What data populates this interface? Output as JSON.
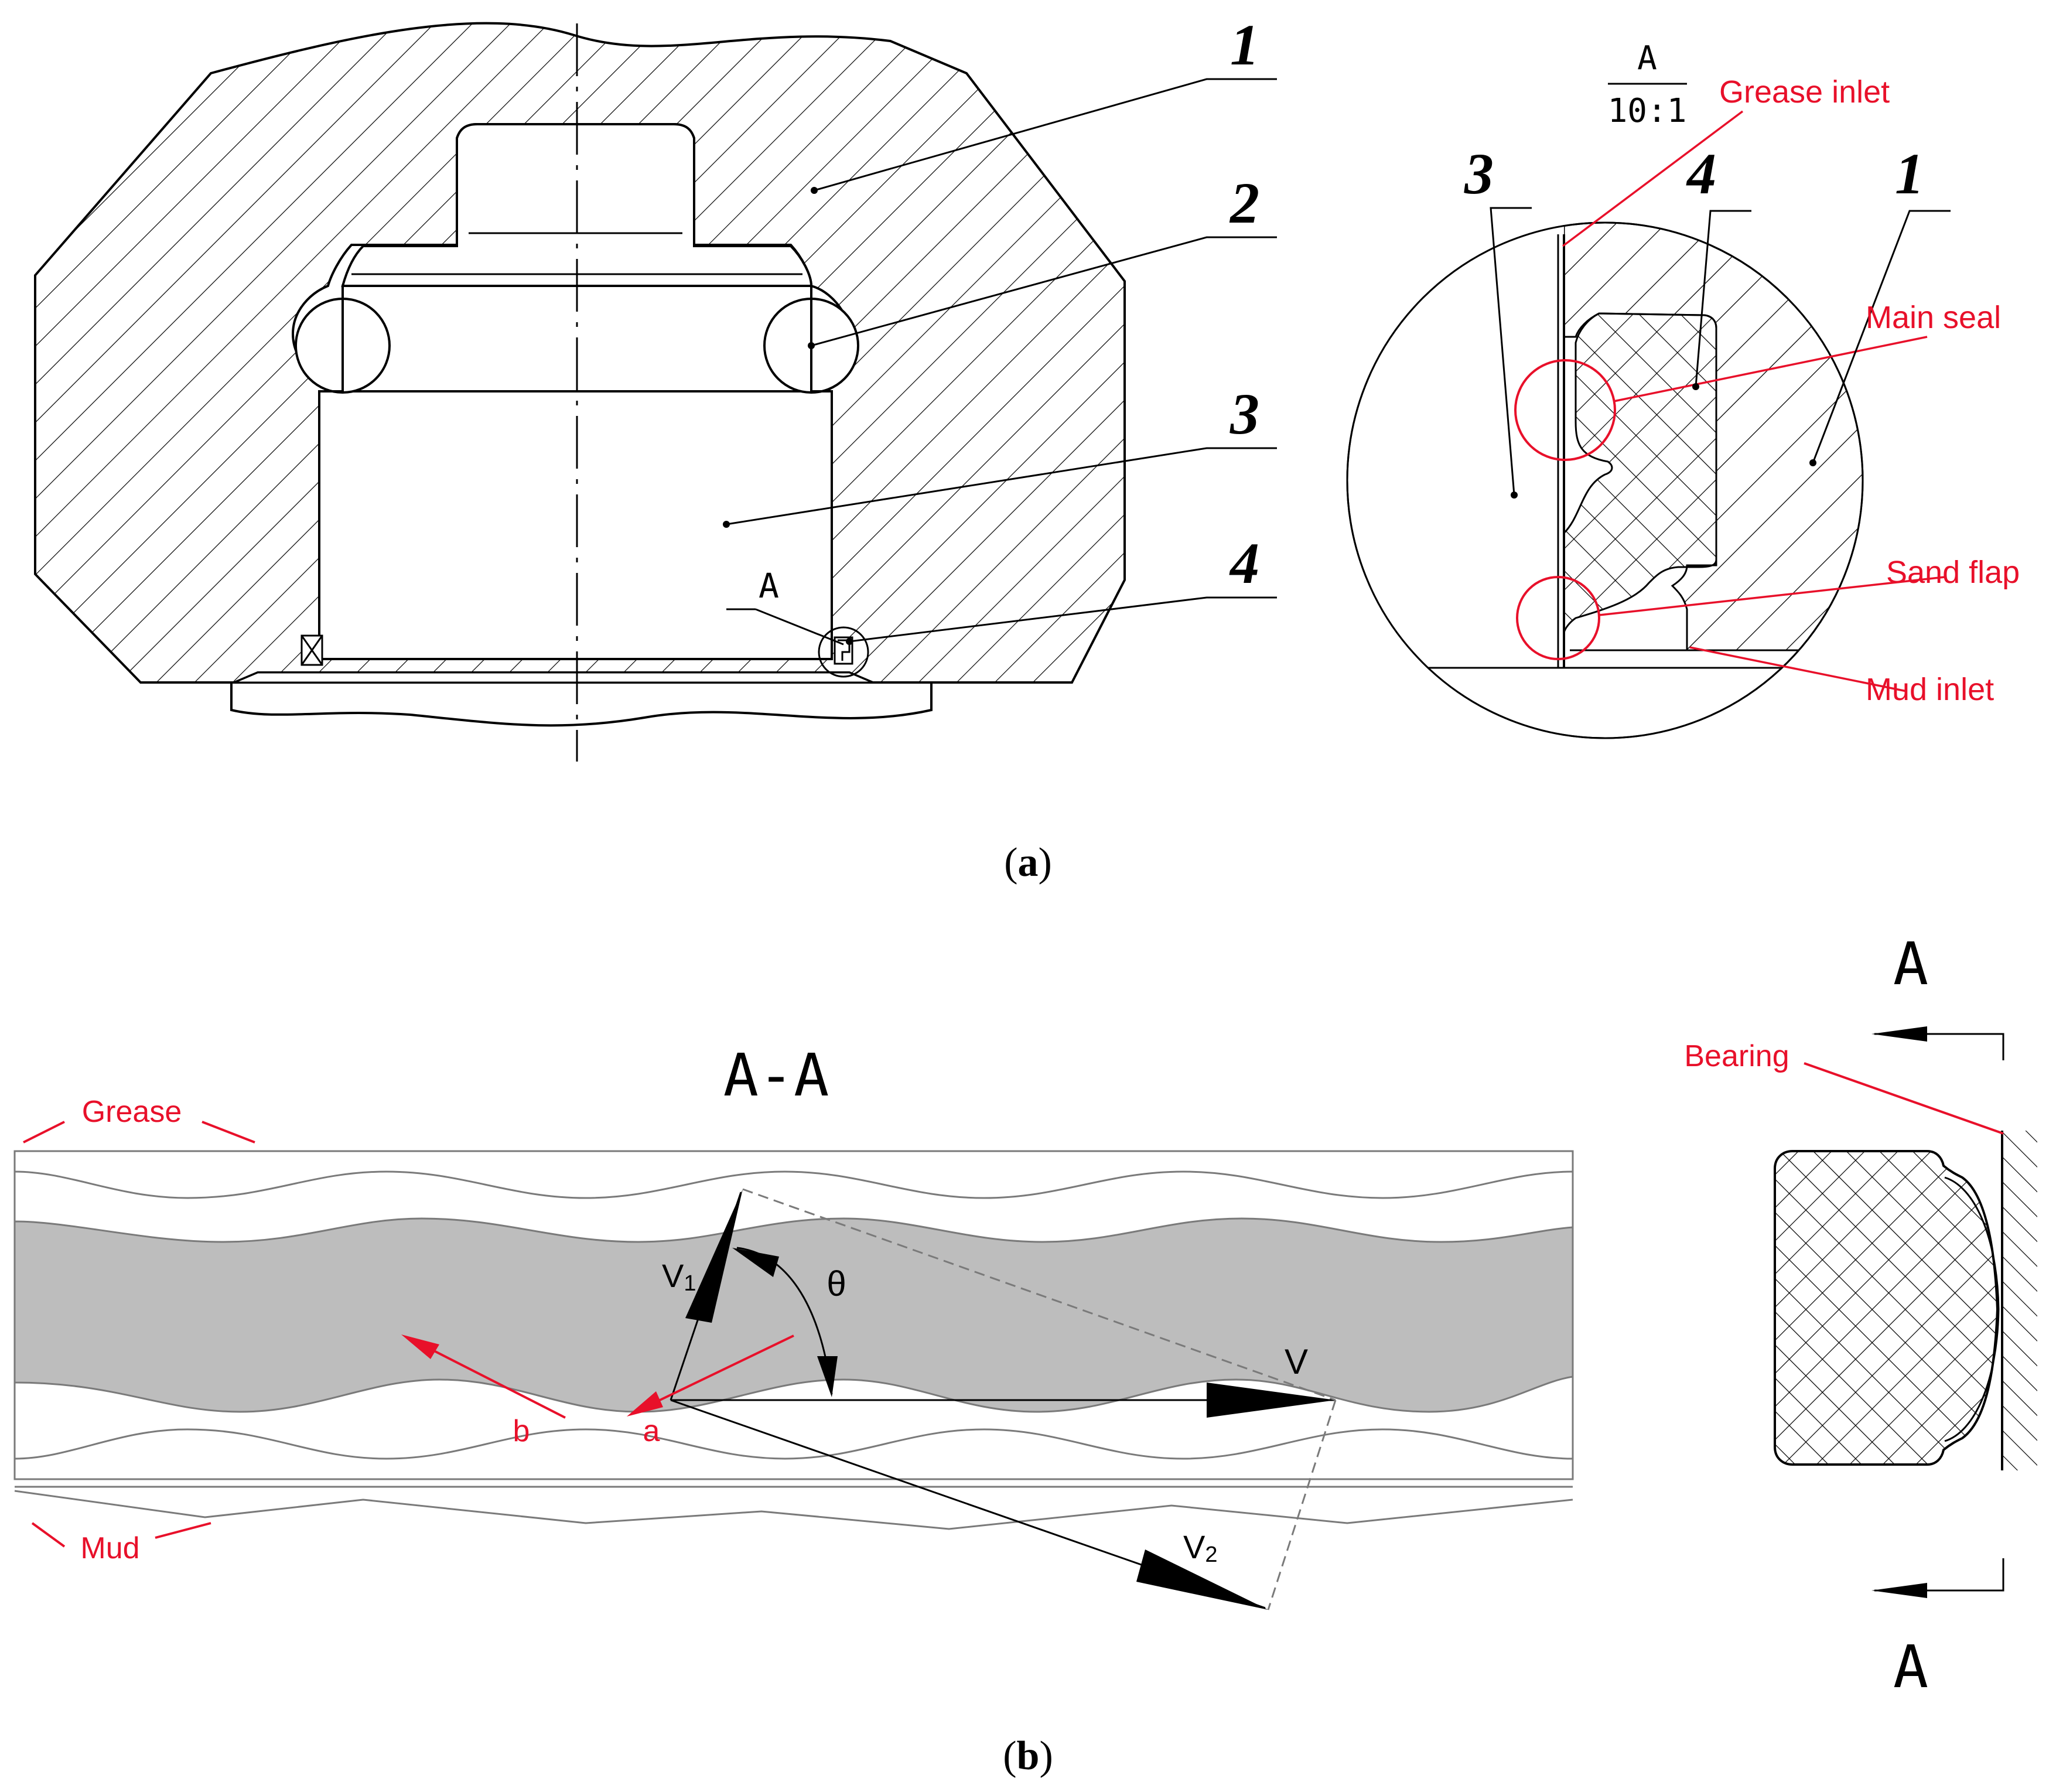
{
  "colors": {
    "annotation": "#e8102a",
    "line": "#000000",
    "band": "#bdbdbd",
    "thin_line": "#7a7a7a"
  },
  "figure_a": {
    "part_labels": [
      "1",
      "2",
      "3",
      "4"
    ],
    "section_mark": "A",
    "detail": {
      "view_letter": "A",
      "scale": "10:1",
      "part_labels": [
        "3",
        "4",
        "1"
      ],
      "annotations": {
        "grease_inlet": "Grease inlet",
        "main_seal": "Main seal",
        "sand_flap": "Sand flap",
        "mud_inlet": "Mud inlet"
      }
    },
    "caption_open": "(",
    "caption_letter": "a",
    "caption_close": ")"
  },
  "figure_b": {
    "section_title": "A-A",
    "labels": {
      "grease": "Grease",
      "mud": "Mud",
      "b": "b",
      "a": "a",
      "theta": "θ",
      "v": "V",
      "v1_main": "V",
      "v1_sub": "1",
      "v2_main": "V",
      "v2_sub": "2"
    },
    "side_view": {
      "top_letter": "A",
      "bottom_letter": "A",
      "bearing": "Bearing"
    },
    "caption_open": "(",
    "caption_letter": "b",
    "caption_close": ")"
  }
}
